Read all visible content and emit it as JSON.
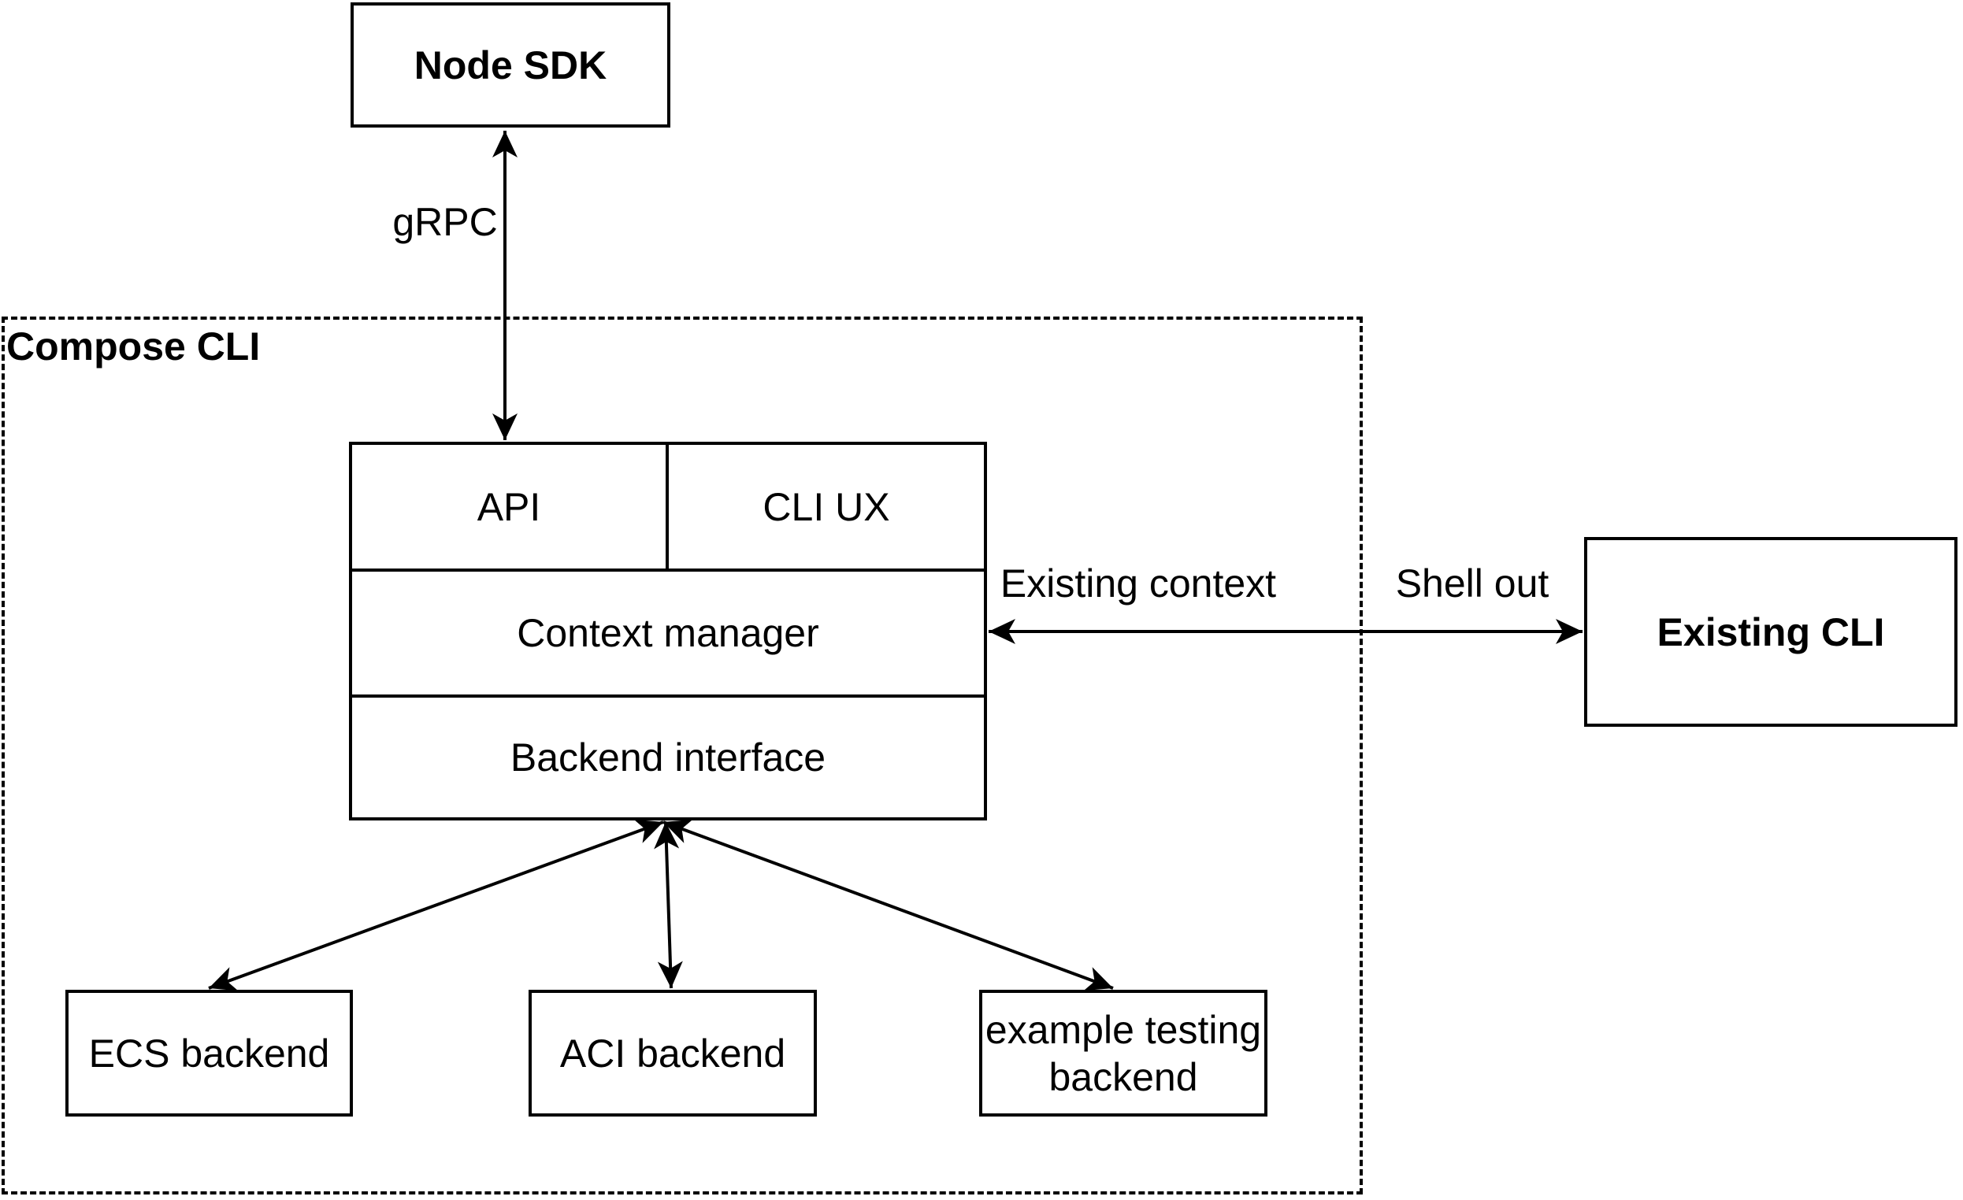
{
  "diagram": {
    "nodes": {
      "node_sdk": "Node SDK",
      "compose_cli": "Compose CLI",
      "api": "API",
      "cli_ux": "CLI UX",
      "context_manager": "Context manager",
      "backend_interface": "Backend interface",
      "existing_cli": "Existing CLI",
      "ecs_backend": "ECS backend",
      "aci_backend": "ACI backend",
      "example_testing_backend": "example testing backend"
    },
    "edge_labels": {
      "grpc": "gRPC",
      "existing_context": "Existing context",
      "shell_out": "Shell out"
    },
    "edges": [
      {
        "from": "Node SDK",
        "to": "API",
        "label": "gRPC",
        "bidirectional": true
      },
      {
        "from": "Context manager",
        "to": "Existing CLI",
        "label": "Existing context / Shell out",
        "bidirectional": true
      },
      {
        "from": "Backend interface",
        "to": "ECS backend",
        "bidirectional": true
      },
      {
        "from": "Backend interface",
        "to": "ACI backend",
        "bidirectional": true
      },
      {
        "from": "Backend interface",
        "to": "example testing backend",
        "bidirectional": true
      }
    ],
    "colors": {
      "line": "#000000",
      "text": "#000000",
      "background": "#ffffff"
    }
  }
}
